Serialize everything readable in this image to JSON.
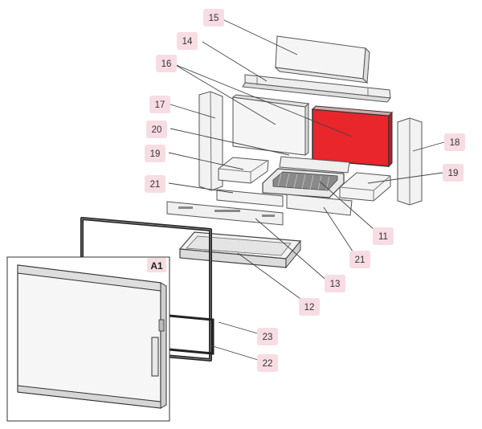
{
  "diagram": {
    "colors": {
      "label_bg": "#f7dde3",
      "label_text": "#333333",
      "highlight": "#e8262b",
      "stroke": "#555555",
      "panel_fill": "#f4f4f4"
    },
    "callouts": [
      "15",
      "14",
      "16",
      "17",
      "20",
      "19",
      "18",
      "19",
      "21",
      "11",
      "21",
      "13",
      "12",
      "23",
      "22"
    ],
    "inset_label": "A1",
    "highlighted_part": "16"
  }
}
